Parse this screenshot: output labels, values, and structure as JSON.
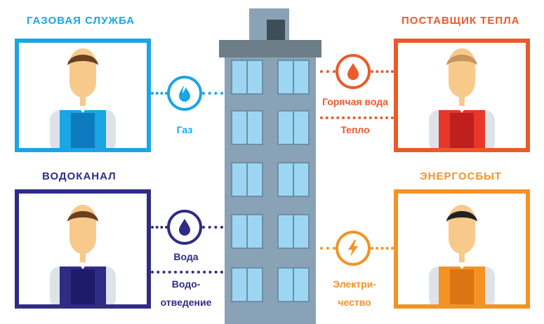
{
  "colors": {
    "gas": "#1AA5E4",
    "water": "#2F2C86",
    "heat": "#EB5A2A",
    "power": "#F39324",
    "building": "#8AA2B6",
    "window": "#9CD6F2"
  },
  "providers": {
    "gas": {
      "title": "ГАЗОВАЯ СЛУЖБА",
      "icon": "gas-flame-icon",
      "label": "Газ"
    },
    "heat": {
      "title": "ПОСТАВЩИК ТЕПЛА",
      "icon": "hot-water-drop-icon",
      "label_1": "Горячая вода",
      "label_2": "Тепло"
    },
    "water": {
      "title": "ВОДОКАНАЛ",
      "icon": "water-drop-icon",
      "label_1": "Вода",
      "label_2a": "Водо-",
      "label_2b": "отведение"
    },
    "power": {
      "title": "ЭНЕРГОСБЫТ",
      "icon": "lightning-icon",
      "label_a": "Электри-",
      "label_b": "чество"
    }
  }
}
